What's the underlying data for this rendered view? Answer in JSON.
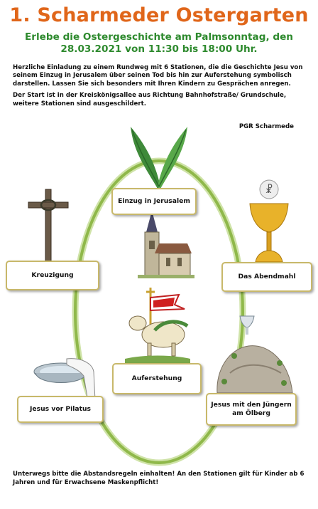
{
  "title": "1. Scharmeder Ostergarten",
  "subtitle_line1": "Erlebe die Ostergeschichte am Palmsonntag, den",
  "subtitle_line2": "28.03.2021 von 11:30 bis 18:00 Uhr.",
  "intro_p1": "Herzliche Einladung zu einem Rundweg mit 6 Stationen, die die Geschichte Jesu von seinem Einzug in Jerusalem über seinen Tod bis hin zur Auferstehung symbolisch darstellen. Lassen Sie sich besonders mit Ihren Kindern zu Gesprächen anregen.",
  "intro_p2": "Der Start ist in der Kreiskönigsallee aus Richtung Bahnhofstraße/ Grundschule, weitere Stationen sind ausgeschildert.",
  "signature": "PGR Scharmede",
  "stations": {
    "einzug": "Einzug in Jerusalem",
    "kreuzigung": "Kreuzigung",
    "abendmahl": "Das Abendmahl",
    "auferstehung": "Auferstehung",
    "pilatus": "Jesus vor Pilatus",
    "oelberg_line1": "Jesus mit den Jüngern",
    "oelberg_line2": "am Ölberg"
  },
  "footer": "Unterwegs bitte die Abstandsregeln einhalten! An den Stationen gilt für Kinder ab 6 Jahren und für Erwachsene Maskenpflicht!",
  "colors": {
    "title": "#e0661a",
    "subtitle": "#2e8a2e",
    "ring": "#8fb84a",
    "box_border": "#c8b86a"
  }
}
